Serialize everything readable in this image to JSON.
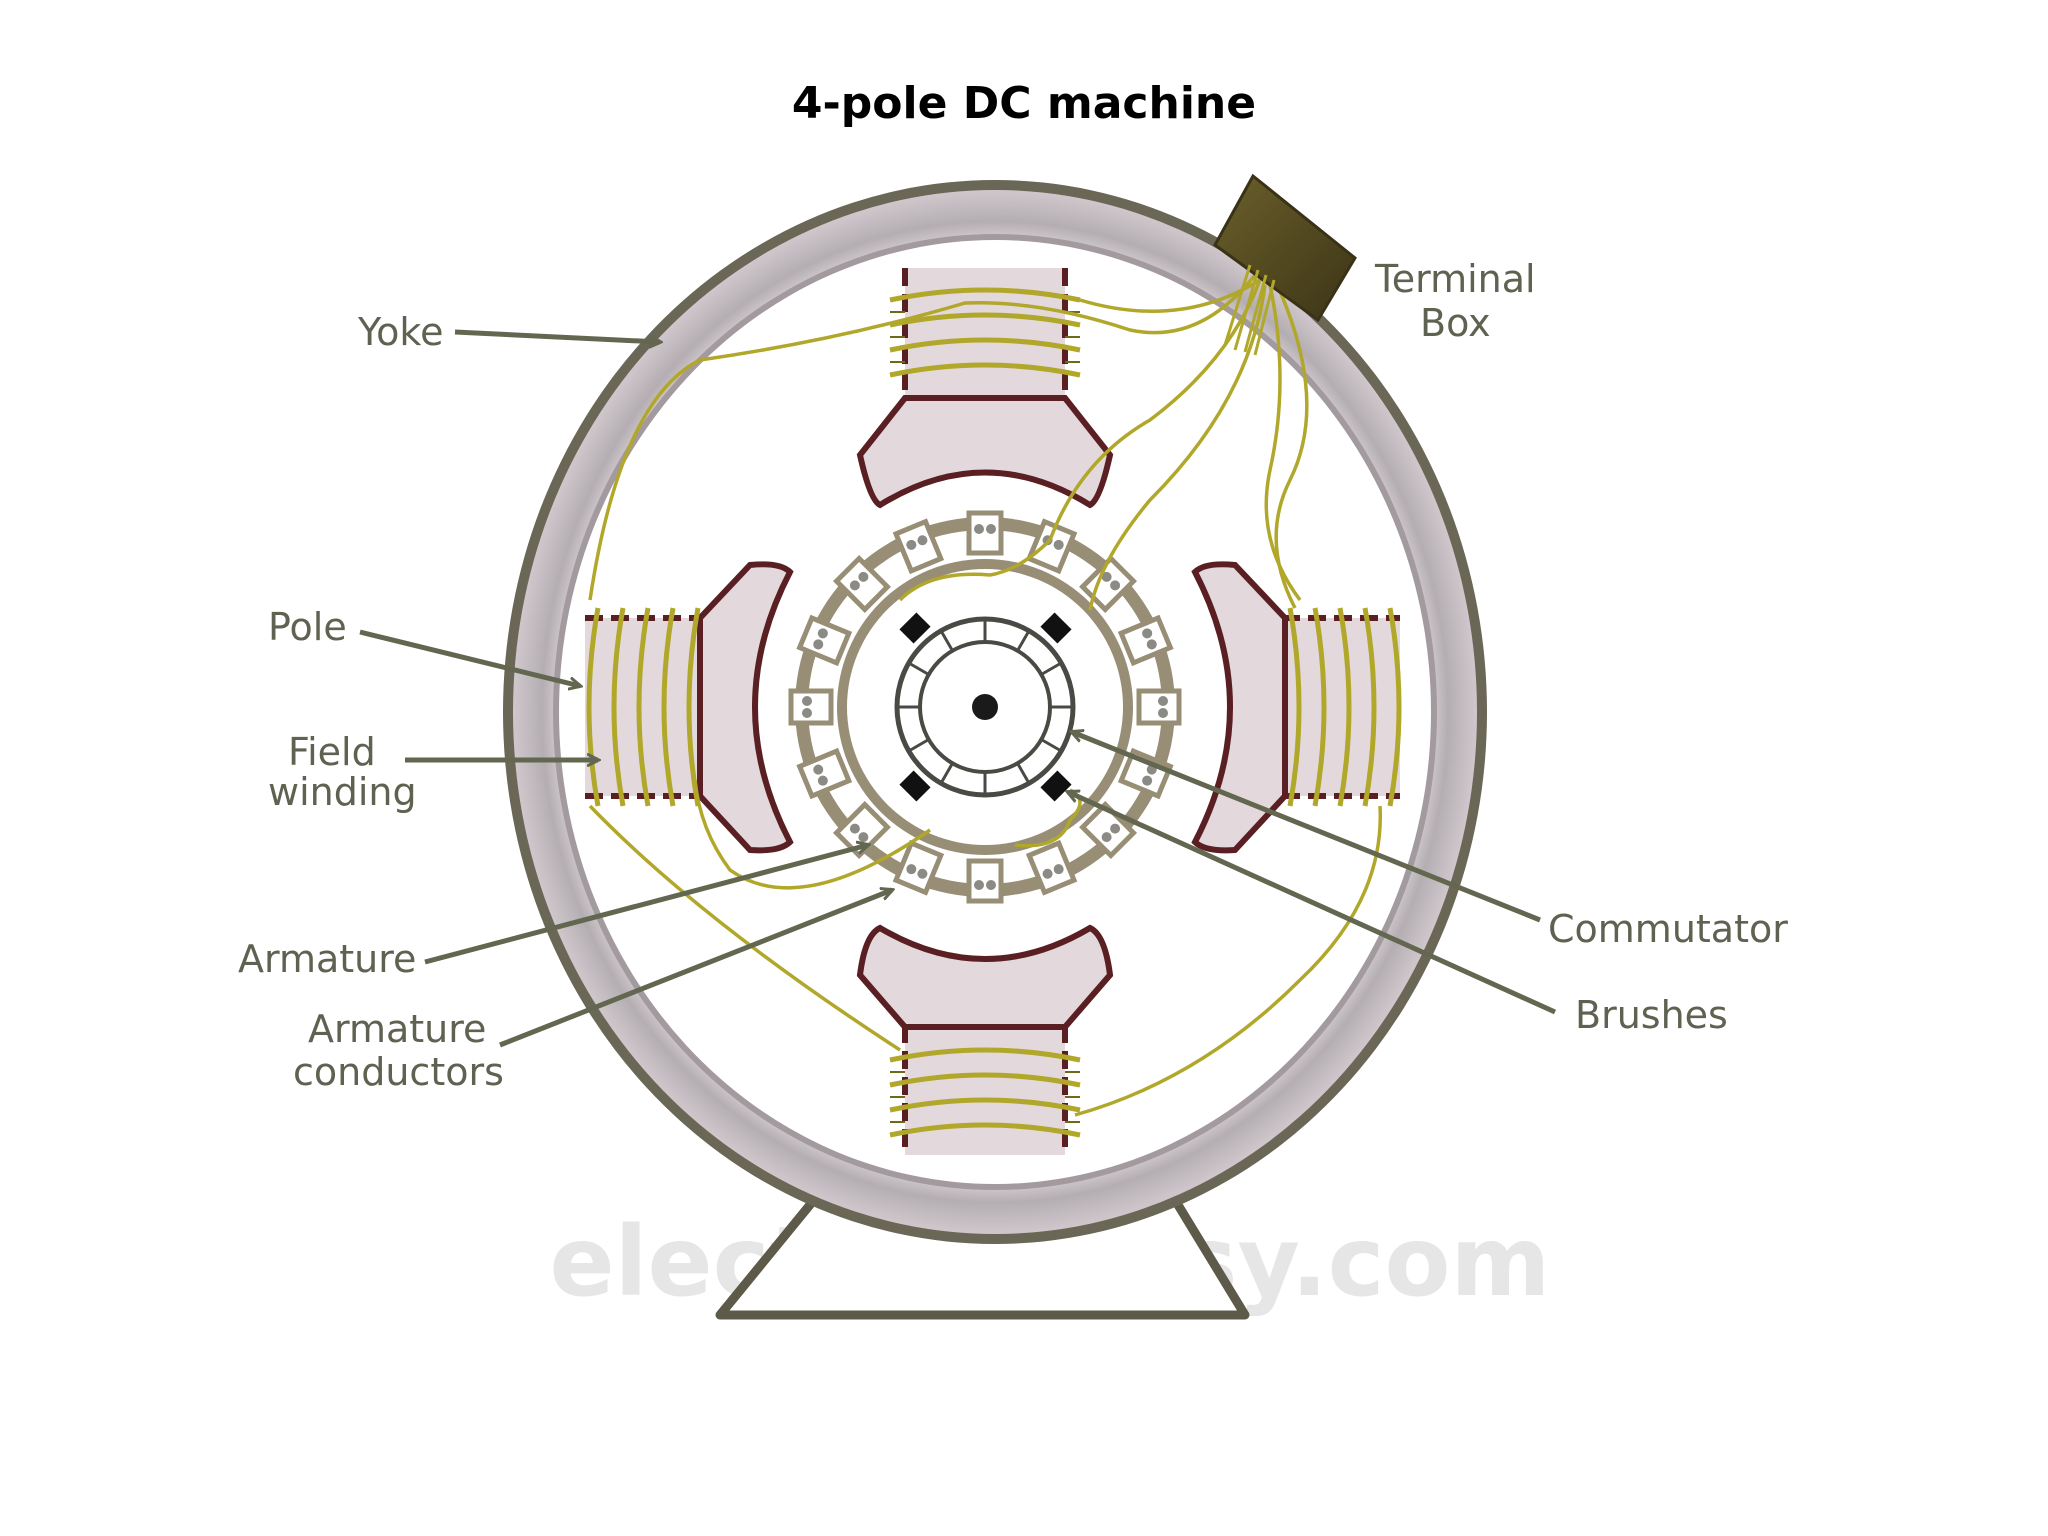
{
  "title": "4-pole DC machine",
  "labels": {
    "yoke": "Yoke",
    "terminal_box_line1": "Terminal",
    "terminal_box_line2": "Box",
    "pole": "Pole",
    "field_winding_line1": "Field",
    "field_winding_line2": "winding",
    "armature": "Armature",
    "armature_conductors_line1": "Armature",
    "armature_conductors_line2": "conductors",
    "commutator": "Commutator",
    "brushes": "Brushes"
  },
  "watermark": "electricaleasy.com",
  "colors": {
    "label": "#5e6250",
    "yoke_outer": "#6b6756",
    "yoke_inner": "#b9b0b4",
    "pole_fill": "#e3d9dc",
    "pole_outline": "#5a1f23",
    "winding": "#b1a72a",
    "terminal_box": "#5c5125",
    "armature": "#978e75"
  }
}
